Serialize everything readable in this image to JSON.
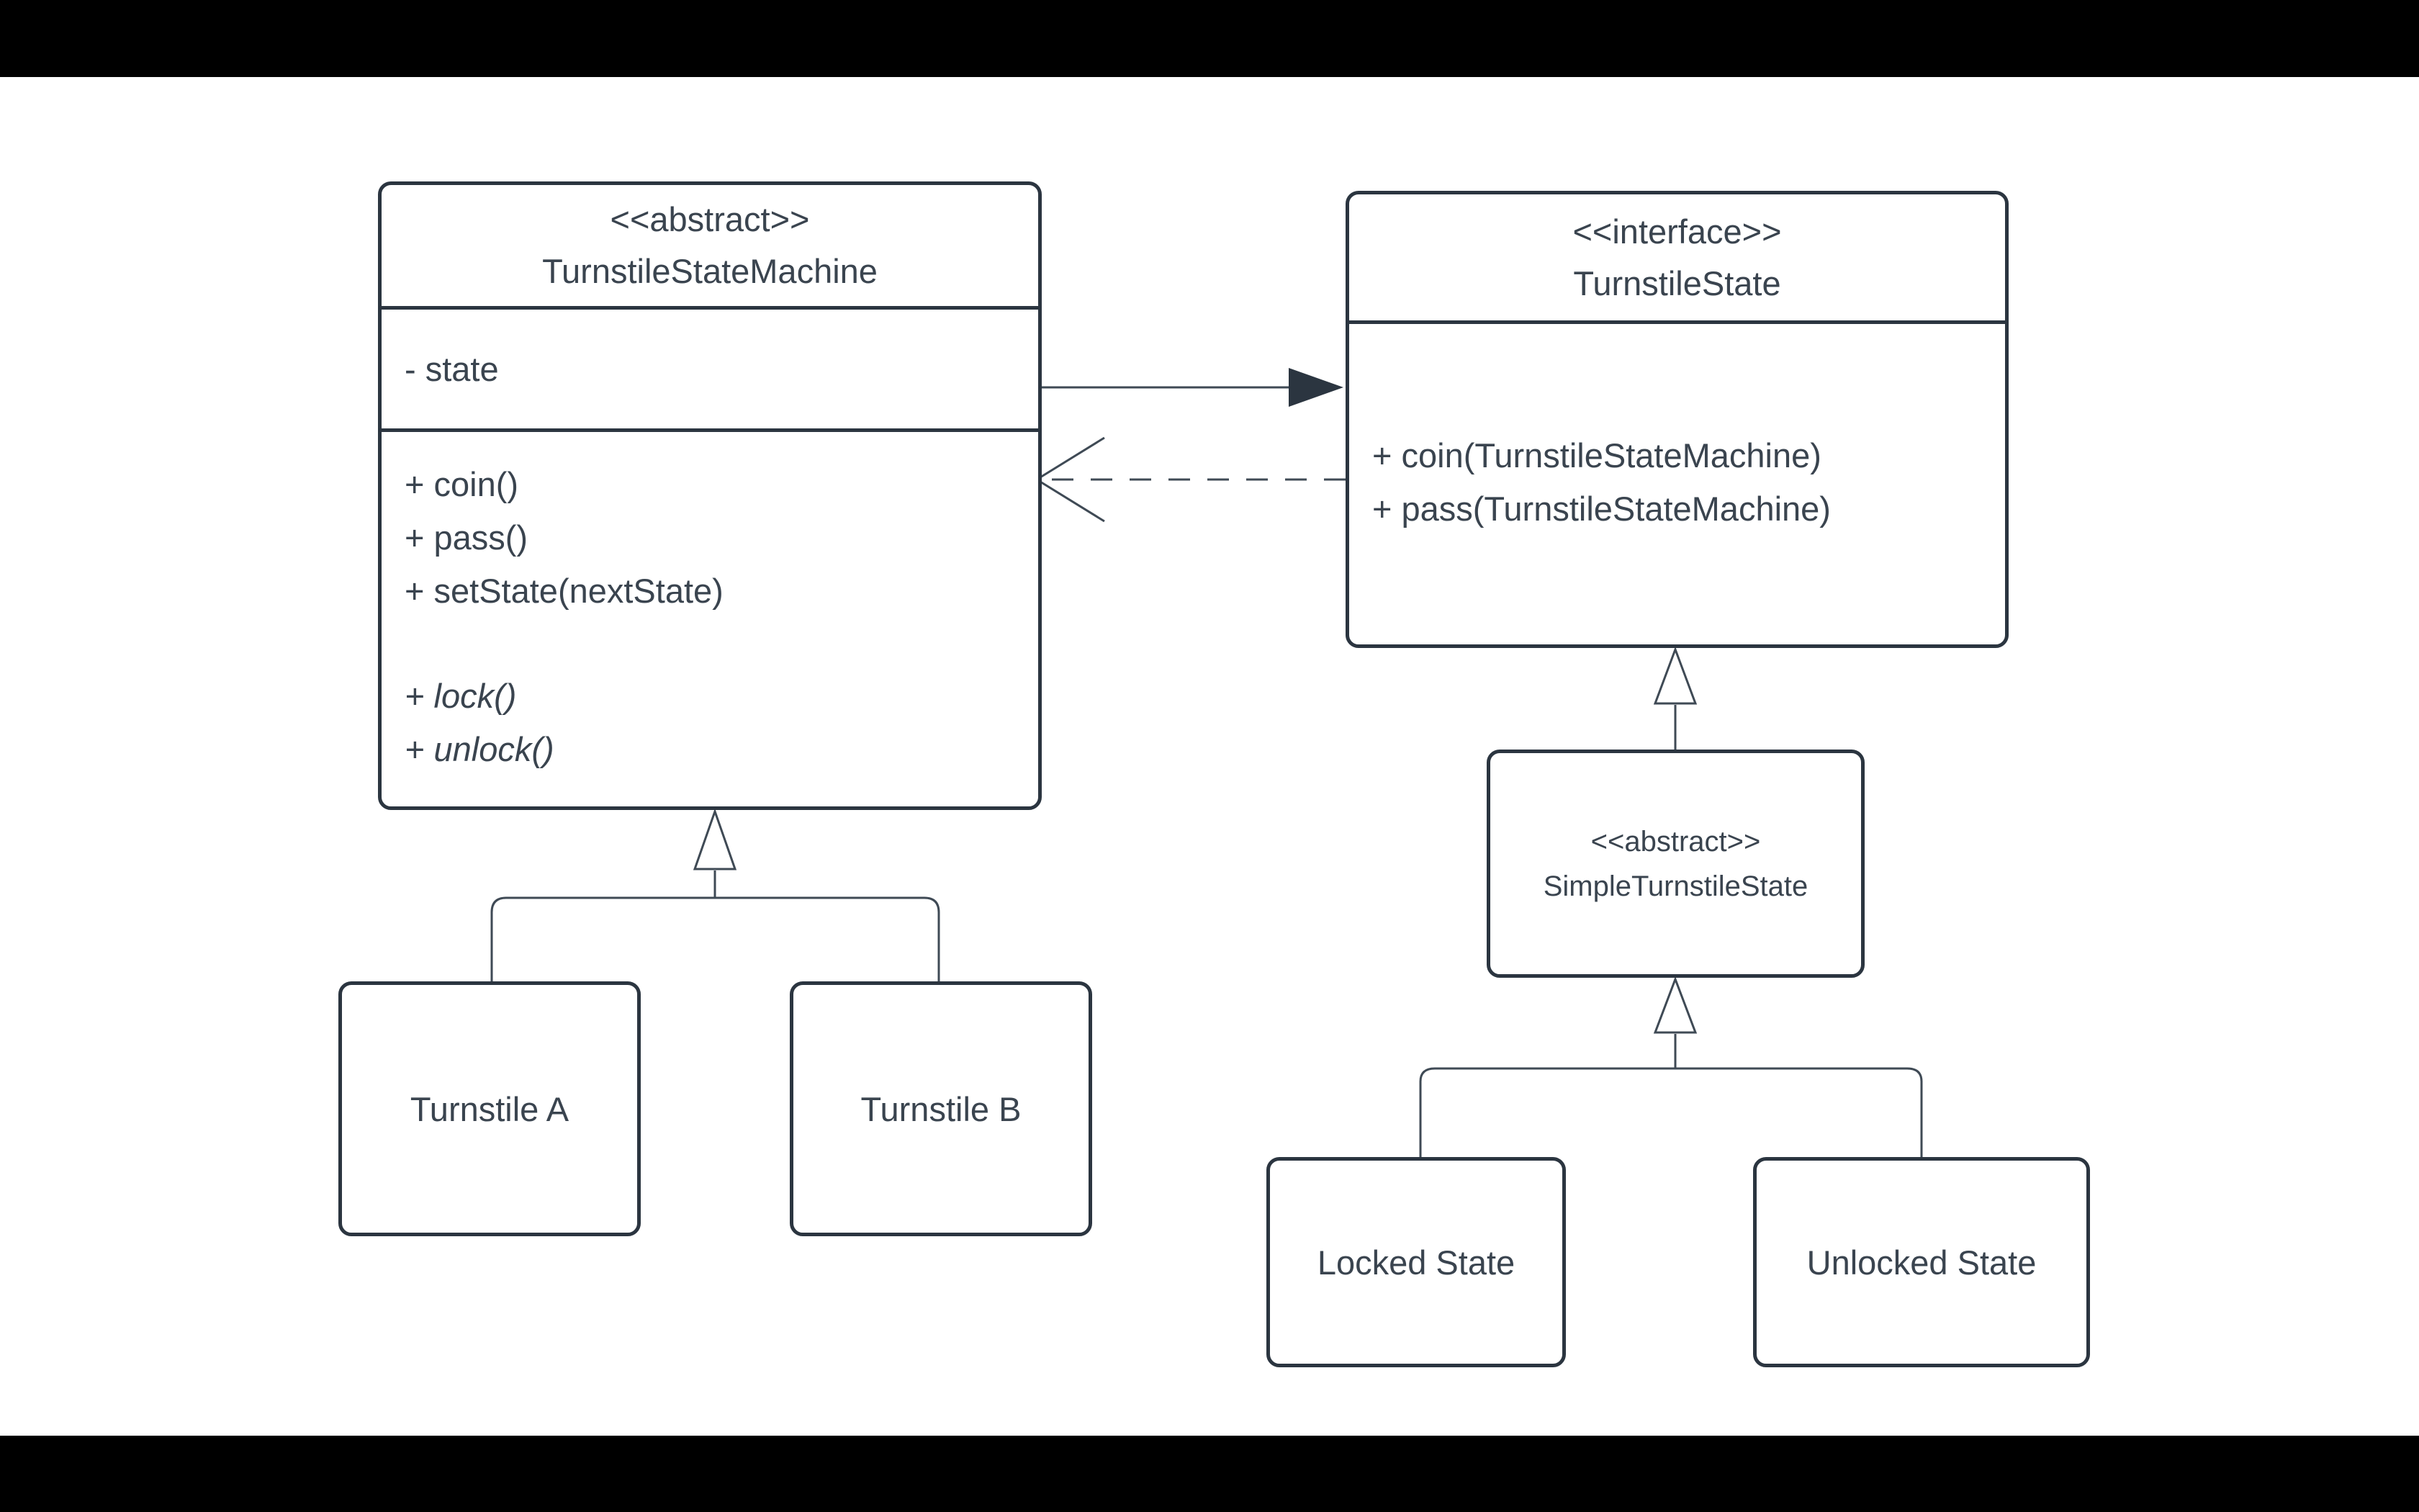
{
  "colors": {
    "letterbox": "#000000",
    "canvas": "#ffffff",
    "box_border": "#2b3540",
    "connector_line": "#3f4a55",
    "text": "#3a444f",
    "association_dot": "#14181c"
  },
  "boxes": {
    "machine": {
      "stereotype": "<<abstract>>",
      "name": "TurnstileStateMachine",
      "attributes": [
        "- state"
      ],
      "methods": [
        "+ coin()",
        "+ pass()",
        "+ setState(nextState)"
      ],
      "abstract_methods": [
        "+ lock()",
        "+ unlock()"
      ]
    },
    "state_interface": {
      "stereotype": "<<interface>>",
      "name": "TurnstileState",
      "methods": [
        "+ coin(TurnstileStateMachine)",
        "+ pass(TurnstileStateMachine)"
      ]
    },
    "simple_state": {
      "stereotype": "<<abstract>>",
      "name": "SimpleTurnstileState"
    },
    "turnstile_a": {
      "name": "Turnstile A"
    },
    "turnstile_b": {
      "name": "Turnstile B"
    },
    "locked": {
      "name": "Locked State"
    },
    "unlocked": {
      "name": "Unlocked State"
    }
  },
  "relationships": [
    {
      "type": "directed-association",
      "from": "TurnstileStateMachine",
      "via_attribute": "state",
      "to": "TurnstileState",
      "style": "solid line, filled arrowhead, origin dot"
    },
    {
      "type": "dependency",
      "from": "TurnstileState",
      "to": "TurnstileStateMachine",
      "style": "dashed line, open arrowhead"
    },
    {
      "type": "generalization",
      "parent": "TurnstileStateMachine",
      "children": [
        "Turnstile A",
        "Turnstile B"
      ]
    },
    {
      "type": "generalization",
      "parent": "TurnstileState",
      "children": [
        "SimpleTurnstileState"
      ]
    },
    {
      "type": "generalization",
      "parent": "SimpleTurnstileState",
      "children": [
        "Locked State",
        "Unlocked State"
      ]
    }
  ]
}
